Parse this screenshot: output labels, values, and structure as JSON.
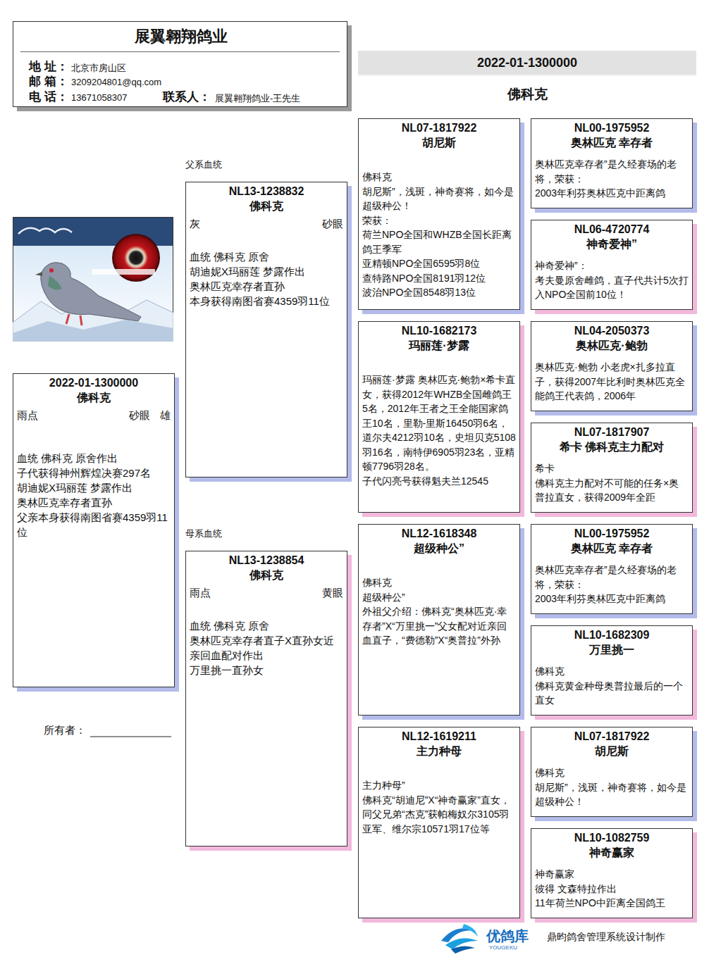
{
  "diagram": {
    "nodes": [
      {
        "text": [
          "展翼翱翔鸽业",
          "地 址：",
          "北京市房山区",
          "邮 箱：",
          "3209204801@qq.com",
          "电 话：",
          "13671058307",
          "联系人：",
          "展翼翱翔鸽业-王先生"
        ]
      },
      {
        "text": [
          "2022-01-1300000"
        ]
      },
      {
        "text": [
          "2022-01-1300000",
          "佛科克",
          "雨点",
          "砂眼",
          "雄",
          "血统 佛科克 原舍作出",
          "子代获得神州辉煌决赛297名",
          "胡迪妮X玛丽莲 梦露作出",
          "奥林匹克幸存者直孙",
          "父亲本身获得南图省赛4359羽11位"
        ]
      },
      {
        "text": [
          "NL13-1238832",
          "佛科克",
          "灰",
          "砂眼",
          "血统 佛科克 原舍",
          "胡迪妮X玛丽莲 梦露作出",
          "奥林匹克幸存者直孙",
          "本身获得南图省赛4359羽11位"
        ]
      },
      {
        "text": [
          "NL13-1238854",
          "佛科克",
          "雨点",
          "黄眼",
          "血统 佛科克 原舍",
          "奥林匹克幸存者直子X直孙女近亲回血配对作出",
          "万里挑一直孙女"
        ]
      },
      {
        "text": [
          "NL07-1817922",
          "胡尼斯",
          "佛科克",
          "胡尼斯”，浅斑，神奇赛将，如今是超级种公！",
          "荣获：",
          "荷兰NPO全国和WHZB全国长距离鸽王季军",
          "亚精顿NPO全国6595羽8位",
          "查特路NPO全国8191羽12位",
          "波治NPO全国8548羽13位"
        ]
      },
      {
        "text": [
          "NL10-1682173",
          "玛丽莲·梦露",
          "玛丽莲·梦露 奥林匹克·鲍勃×希卡直女，获得2012年WHZB全国雌鸽王5名，2012年王者之王全能国家鸽王10名，里勒-里斯16450羽6名，道尔夫4212羽10名，史坦贝克5108羽16名，南特伊6905羽23名，亚精顿7796羽28名。",
          "子代闪亮号获得魁夫兰12545"
        ]
      },
      {
        "text": [
          "NL12-1618348",
          "超级种公”",
          "佛科克",
          "超级种公”",
          "外祖父介绍：佛科克“奥林匹克·幸存者”X“万里挑一”父女配对近亲回血直子，“费德勒”X“奥普拉”外孙"
        ]
      },
      {
        "text": [
          "NL12-1619211",
          "主力种母",
          "主力种母”",
          "佛科克“胡迪尼”X“神奇赢家”直女，同父兄弟“杰克”获帕梅奴尔3105羽亚军、维尔宗10571羽17位等"
        ]
      },
      {
        "text": [
          "NL00-1975952",
          "奥林匹克 幸存者",
          "奥林匹克幸存者”是久经赛场的老将，荣获：",
          "2003年利芬奥林匹克中距离鸽"
        ]
      },
      {
        "text": [
          "NL06-4720774",
          "神奇爱神”",
          "神奇爱神”：",
          "考夫曼原舍雌鸽，直子代共计5次打入NPO全国前10位！"
        ]
      },
      {
        "text": [
          "NL04-2050373",
          "奥林匹克·鲍勃",
          "奥林匹克·鲍勃 小老虎×扎多拉直子，获得2007年比利时奥林匹克全能鸽王代表鸽，2006年"
        ]
      },
      {
        "text": [
          "NL07-1817907",
          "希卡 佛科克主力配对",
          "希卡",
          "佛科克主力配对不可能的任务×奥普拉直女，获得2009年全距"
        ]
      },
      {
        "text": [
          "NL00-1975952",
          "奥林匹克 幸存者",
          "奥林匹克幸存者”是久经赛场的老将，荣获：",
          "2003年利芬奥林匹克中距离鸽"
        ]
      },
      {
        "text": [
          "NL10-1682309",
          "万里挑一",
          "佛科克",
          "佛科克黄金种母奥普拉最后的一个直女"
        ]
      },
      {
        "text": [
          "NL07-1817922",
          "胡尼斯",
          "佛科克",
          "胡尼斯”，浅斑，神奇赛将，如今是超级种公！"
        ]
      },
      {
        "text": [
          "NL10-1082759",
          "神奇赢家",
          "神奇赢家",
          "彼得 文森特拉作出",
          "11年荷兰NPO中距离全国鸽王"
        ]
      }
    ],
    "labels": [
      "佛科克",
      "父系血统",
      "母系血统",
      "所有者：",
      "优鸽库",
      "YOUGEKU",
      "鼎昀鸽舍管理系统设计制作"
    ]
  }
}
